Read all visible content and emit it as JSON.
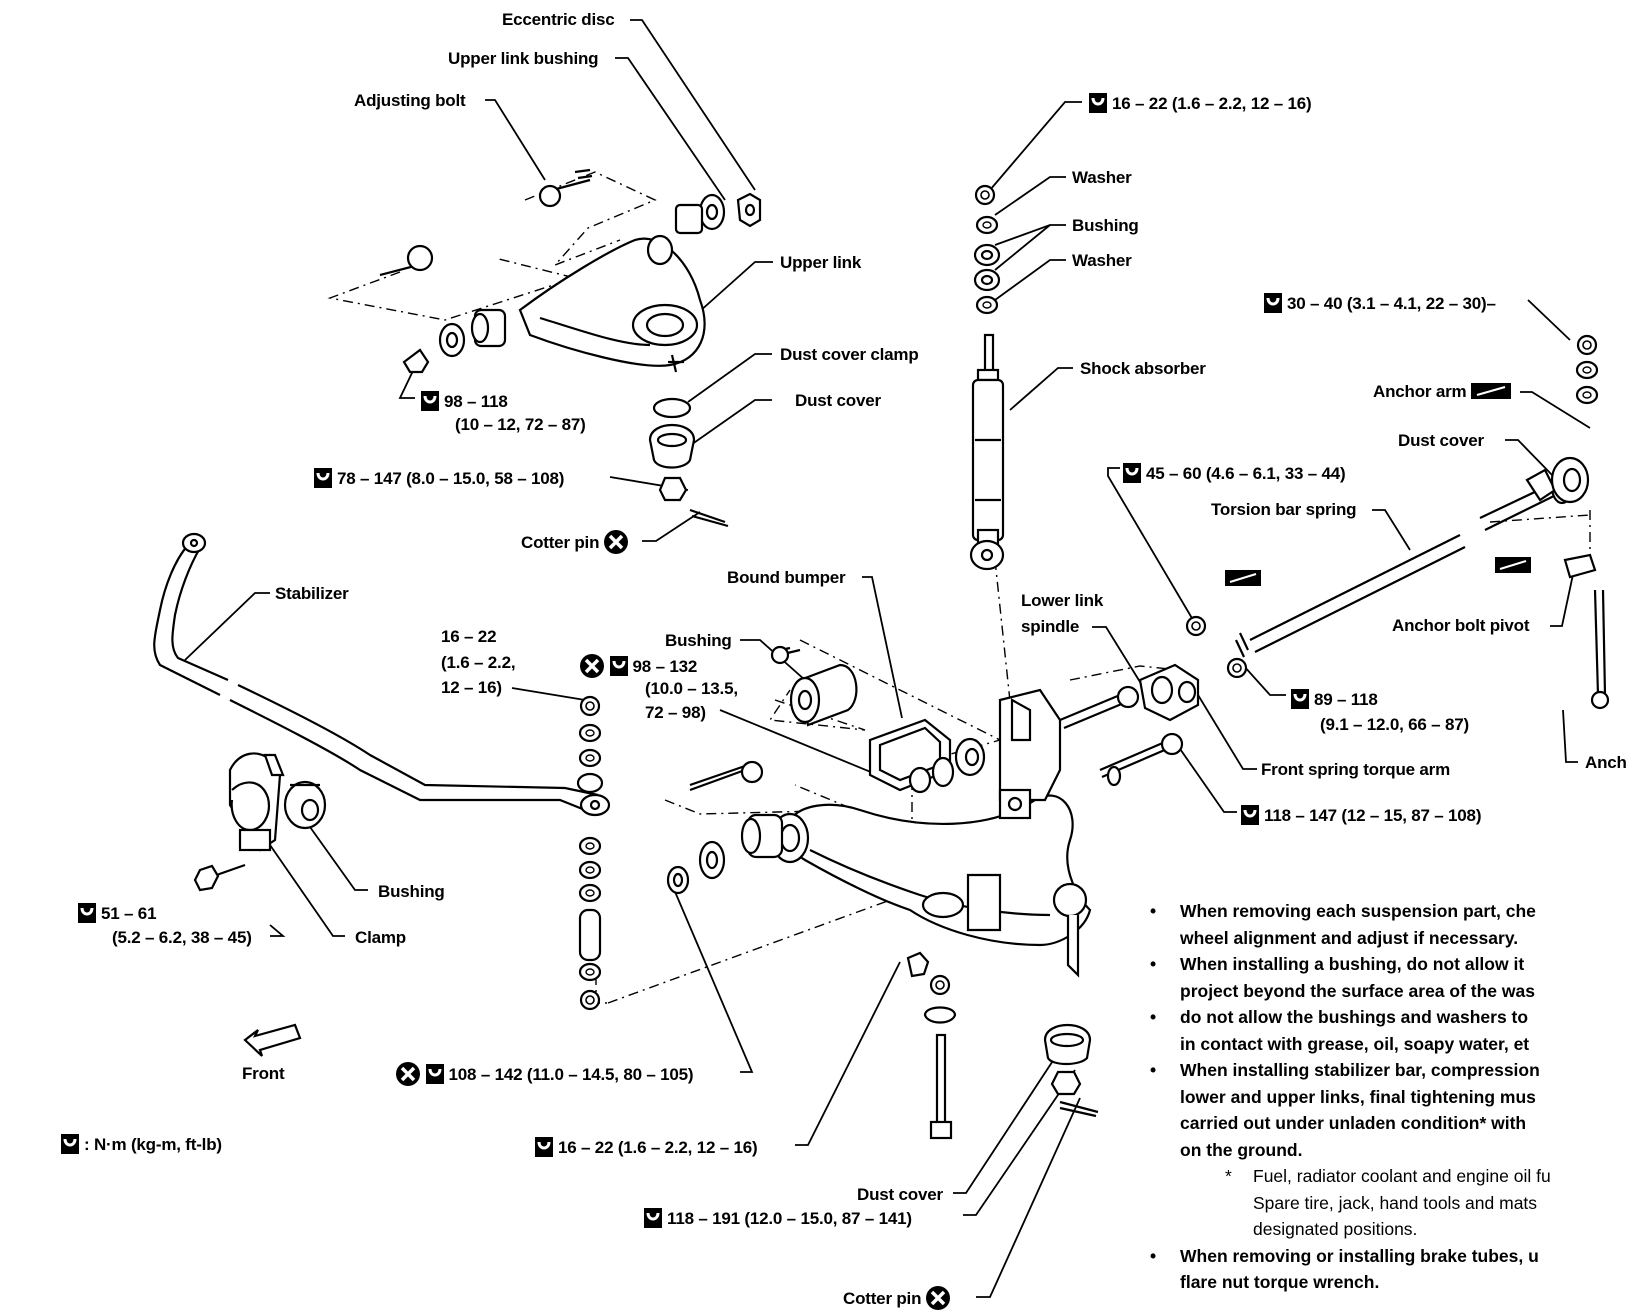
{
  "labels": {
    "eccentric_disc": "Eccentric disc",
    "upper_link_bushing": "Upper link bushing",
    "adjusting_bolt": "Adjusting bolt",
    "upper_link": "Upper link",
    "torque_upper_link": "98 – 118",
    "torque_upper_link_2": "(10 – 12, 72 – 87)",
    "dust_cover_clamp": "Dust cover clamp",
    "dust_cover_upper": "Dust cover",
    "torque_balljoint_upper": "78 – 147 (8.0 – 15.0, 58 – 108)",
    "cotter_pin_upper": "Cotter pin",
    "stabilizer": "Stabilizer",
    "torque_stab_nut_1": "16 – 22",
    "torque_stab_nut_2": "(1.6 – 2.2,",
    "torque_stab_nut_3": "12 – 16)",
    "bushing_lower": "Bushing",
    "torque_bushing_1": "98 – 132",
    "torque_bushing_2": "(10.0 – 13.5,",
    "torque_bushing_3": "72 – 98)",
    "bound_bumper": "Bound bumper",
    "torque_shock_top": "16 – 22 (1.6 – 2.2, 12 – 16)",
    "washer_top": "Washer",
    "bushing_shock": "Bushing",
    "washer_bottom": "Washer",
    "shock_absorber": "Shock absorber",
    "torque_anchor": "30 – 40 (3.1 – 4.1, 22 – 30)–",
    "anchor_arm": "Anchor arm",
    "dust_cover_anchor": "Dust cover",
    "torque_spindle": "45 – 60 (4.6 – 6.1, 33 – 44)",
    "torsion_bar_spring": "Torsion bar spring",
    "lower_link_spindle_1": "Lower link",
    "lower_link_spindle_2": "spindle",
    "anchor_bolt_pivot": "Anchor bolt pivot",
    "anchor_cut": "Anch",
    "torque_torque_arm_1": "89 – 118",
    "torque_torque_arm_2": "(9.1 – 12.0, 66 – 87)",
    "front_spring_torque_arm": "Front spring torque arm",
    "torque_torque_arm_bolt": "118 – 147 (12 – 15, 87 – 108)",
    "bushing_clamp_label": "Bushing",
    "clamp": "Clamp",
    "torque_clamp_1": "51 – 61",
    "torque_clamp_2": "(5.2 – 6.2, 38 – 45)",
    "front": "Front",
    "torque_stab_link": "108 – 142 (11.0 – 14.5, 80 – 105)",
    "torque_lower_nut": "16 – 22 (1.6 – 2.2, 12 – 16)",
    "legend_units": ": N·m (kg-m, ft-lb)",
    "dust_cover_lower": "Dust cover",
    "torque_balljoint_lower": "118 – 191 (12.0 – 15.0, 87 – 141)",
    "cotter_pin_lower": "Cotter pin"
  },
  "notes": [
    {
      "lines": [
        "When removing each suspension part, che",
        "wheel alignment and adjust if necessary."
      ]
    },
    {
      "lines": [
        "When installing a bushing, do not allow it",
        "project beyond the surface area of the was"
      ]
    },
    {
      "lines": [
        "do not allow the bushings and  washers to",
        "in contact with grease, oil, soapy water, et"
      ]
    },
    {
      "lines": [
        "When installing stabilizer bar, compression",
        "lower and upper links, final tightening mus",
        "carried out under unladen condition* with",
        "on the ground."
      ]
    }
  ],
  "subnote": {
    "star": "*",
    "lines": [
      "Fuel, radiator coolant and engine oil fu",
      "Spare tire, jack, hand tools and mats",
      "designated positions."
    ]
  },
  "last_note": {
    "lines": [
      "When removing or installing brake tubes, u",
      "flare nut torque wrench."
    ]
  },
  "bullet": "•",
  "icons": {
    "torque": "torque-wrench-icon",
    "no_reuse": "do-not-reuse-icon",
    "front_arrow": "front-arrow-icon",
    "mark": "alignment-mark-icon"
  }
}
